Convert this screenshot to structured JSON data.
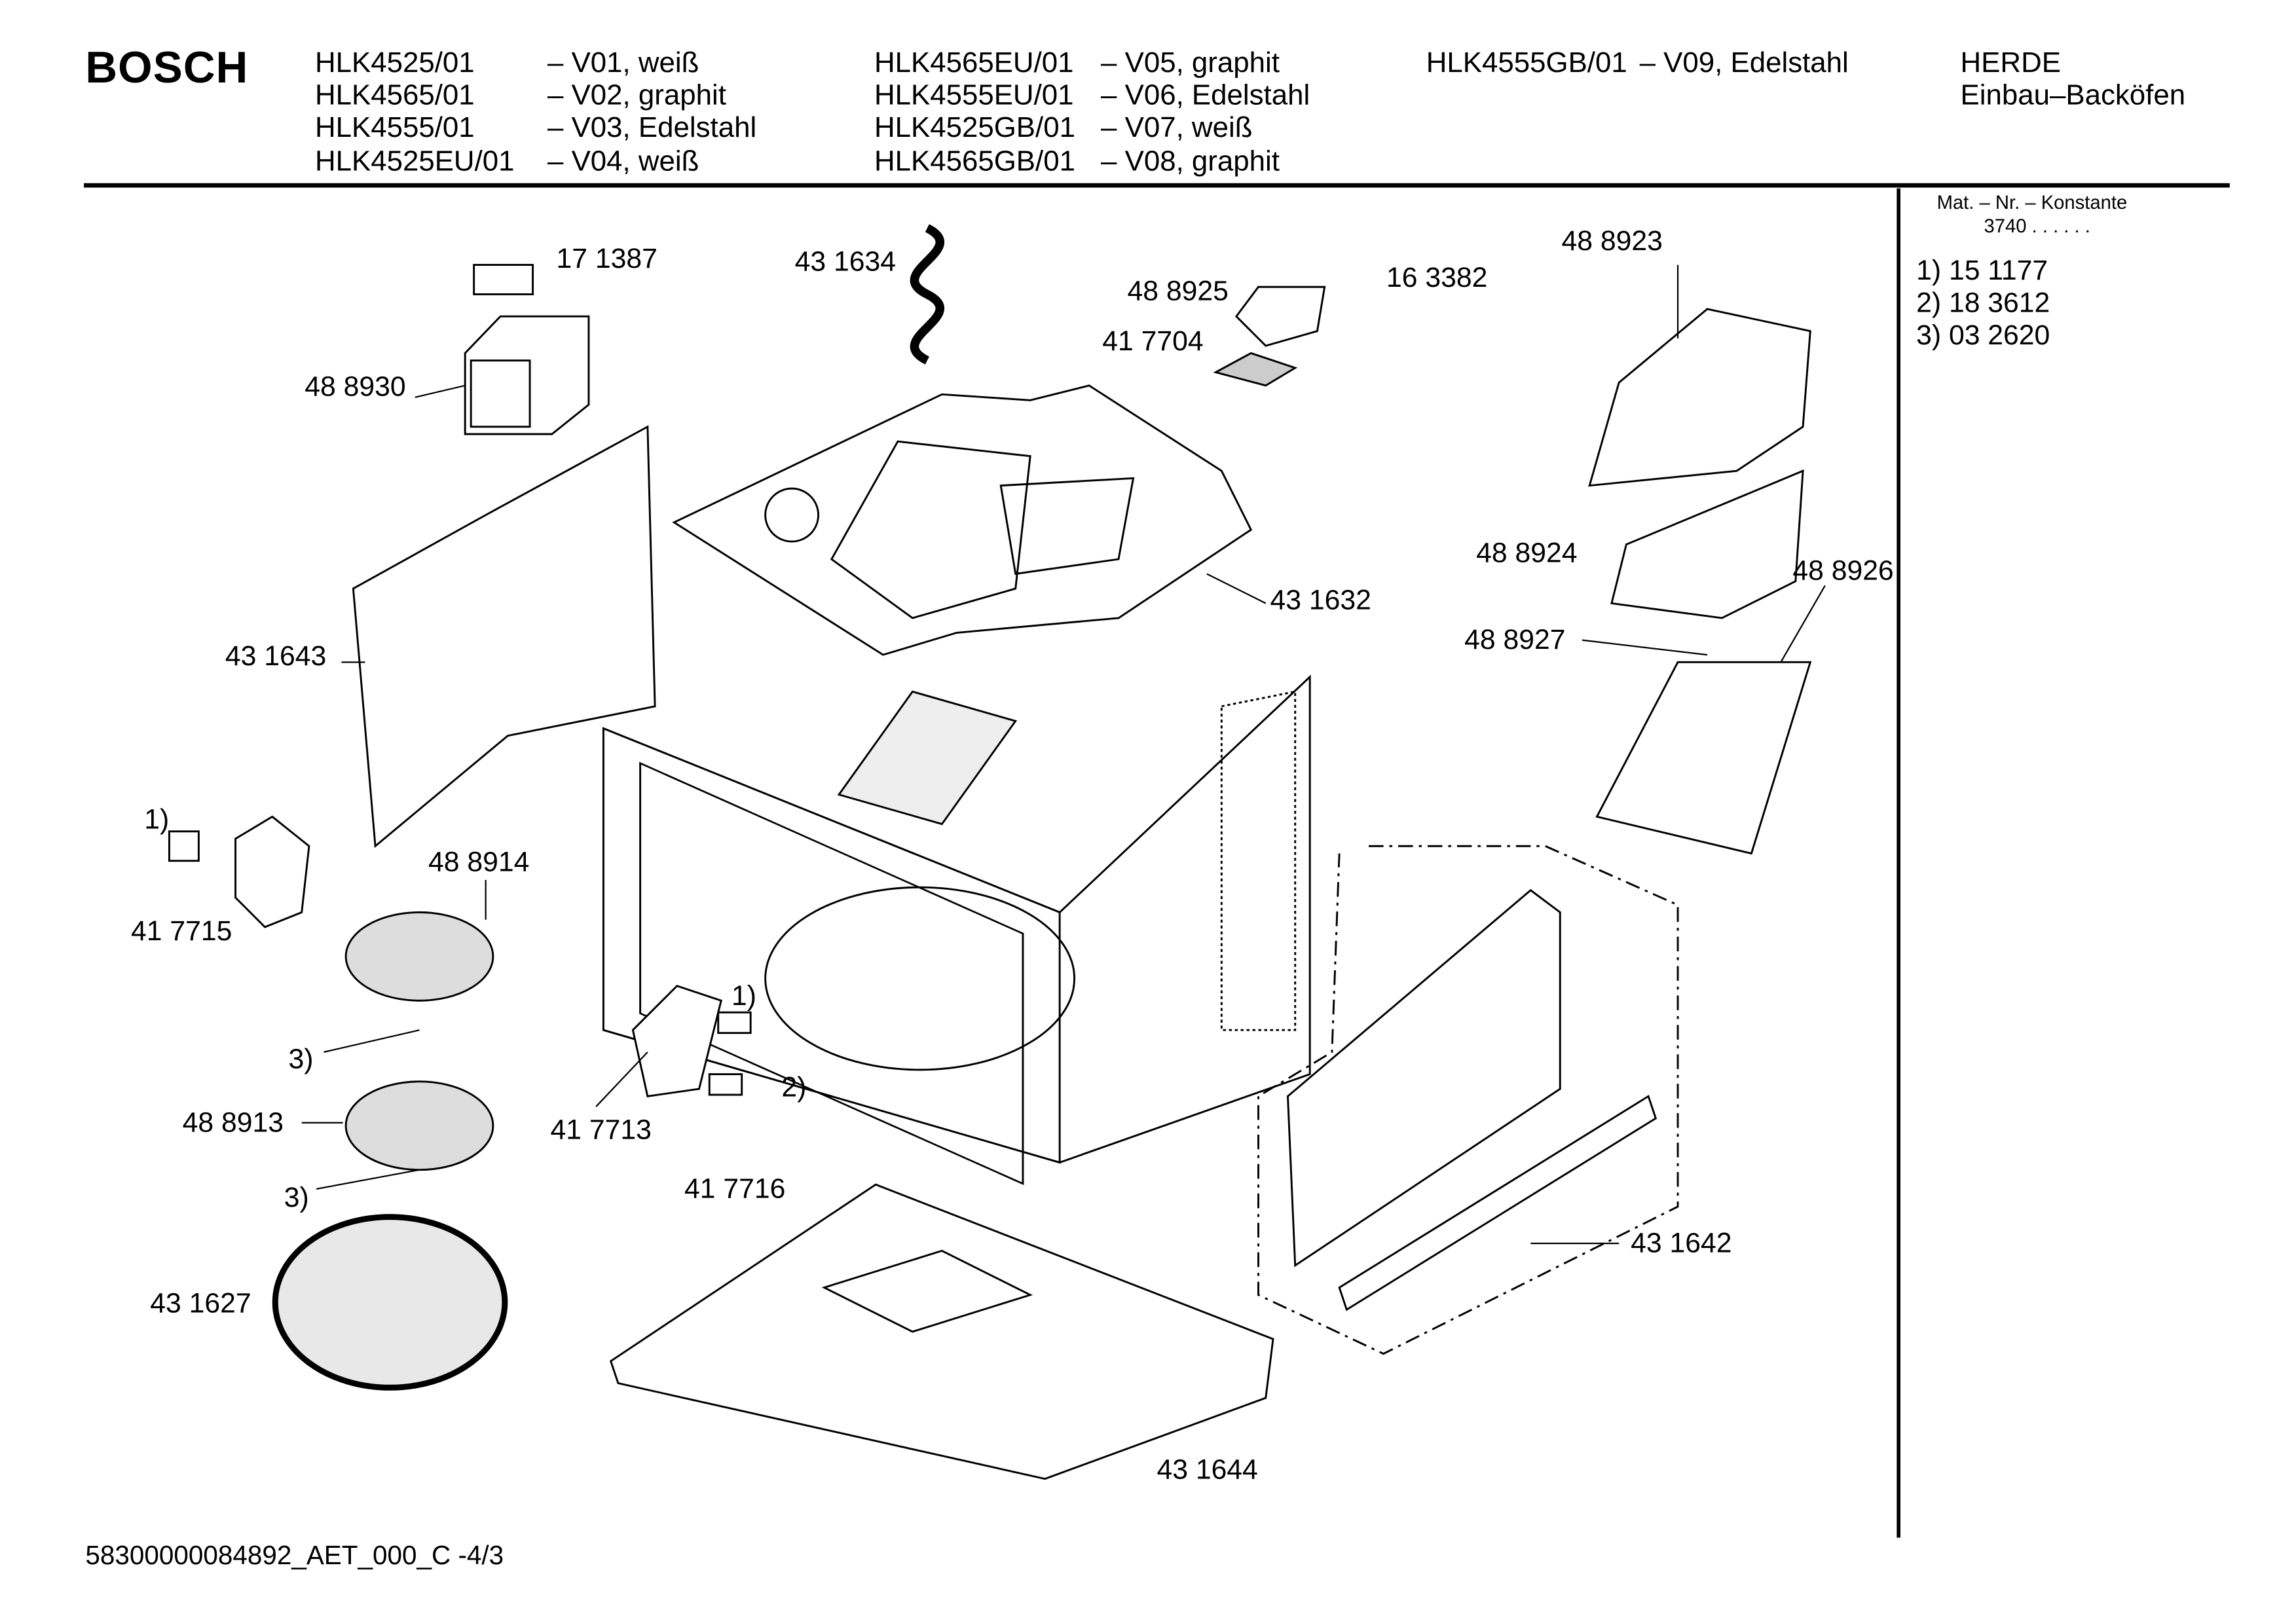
{
  "brand": "BOSCH",
  "header": {
    "models": [
      {
        "model": "HLK4525/01",
        "variant": "– V01, weiß"
      },
      {
        "model": "HLK4565/01",
        "variant": "– V02, graphit"
      },
      {
        "model": "HLK4555/01",
        "variant": "– V03, Edelstahl"
      },
      {
        "model": "HLK4525EU/01",
        "variant": "– V04, weiß"
      },
      {
        "model": "HLK4565EU/01",
        "variant": "– V05, graphit"
      },
      {
        "model": "HLK4555EU/01",
        "variant": "– V06, Edelstahl"
      },
      {
        "model": "HLK4525GB/01",
        "variant": "– V07, weiß"
      },
      {
        "model": "HLK4565GB/01",
        "variant": "– V08, graphit"
      },
      {
        "model": "HLK4555GB/01",
        "variant": "– V09, Edelstahl"
      }
    ],
    "category": "HERDE",
    "subcategory": "Einbau–Backöfen"
  },
  "sidebar": {
    "title": "Mat. – Nr. – Konstante",
    "constant": "3740  .  .   .  .  .  .",
    "items": [
      "1)  15 1177",
      "2)  18 3612",
      "3)  03 2620"
    ]
  },
  "parts": {
    "p171387": "17 1387",
    "p431634": "43 1634",
    "p488925": "48 8925",
    "p163382": "16 3382",
    "p417704": "41 7704",
    "p488923": "48 8923",
    "p488930": "48 8930",
    "p431643": "43 1643",
    "p431632": "43 1632",
    "p488924": "48 8924",
    "p488926": "48 8926",
    "p488927": "48 8927",
    "ref1a": "1)",
    "p488914": "48 8914",
    "p417715": "41 7715",
    "ref3a": "3)",
    "ref1b": "1)",
    "ref2": "2)",
    "p417713": "41 7713",
    "p488913": "48 8913",
    "p417716": "41 7716",
    "ref3b": "3)",
    "p431642": "43 1642",
    "p431627": "43 1627",
    "p431644": "43 1644"
  },
  "footer": "58300000084892_AET_000_C   -4/3"
}
